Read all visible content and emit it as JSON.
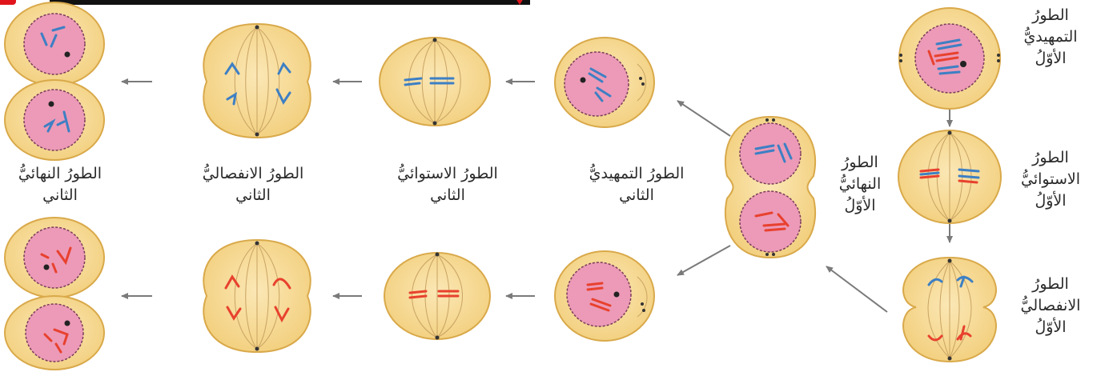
{
  "labels": {
    "prophase_1": [
      "الطورُ",
      "التمهيديُّ",
      "الأوّلُ"
    ],
    "metaphase_1": [
      "الطورُ",
      "الاستوائيُّ",
      "الأوّلُ"
    ],
    "anaphase_1": [
      "الطورُ",
      "الانفصاليُّ",
      "الأوّلُ"
    ],
    "telophase_1": [
      "الطورُ",
      "النهائيُّ",
      "الأوّلُ"
    ],
    "prophase_2": [
      "الطورُ التمهيديُّ",
      "الثاني"
    ],
    "metaphase_2": [
      "الطورُ الاستوائيُّ",
      "الثاني"
    ],
    "anaphase_2": [
      "الطورُ الانفصاليُّ",
      "الثاني"
    ],
    "telophase_2": [
      "الطورُ النهائيُّ",
      "الثاني"
    ]
  },
  "colors": {
    "cell_fill": "#f7dd9a",
    "cell_edge": "#d9a94a",
    "nucleus_fill": "#ec9ab7",
    "nucleus_edge": "#7a3b5a",
    "chromosome_blue": "#3d7fc4",
    "chromosome_red": "#e8412e",
    "spindle": "#c9a463",
    "arrow": "#7a7a7a",
    "header_red": "#e0151b"
  }
}
